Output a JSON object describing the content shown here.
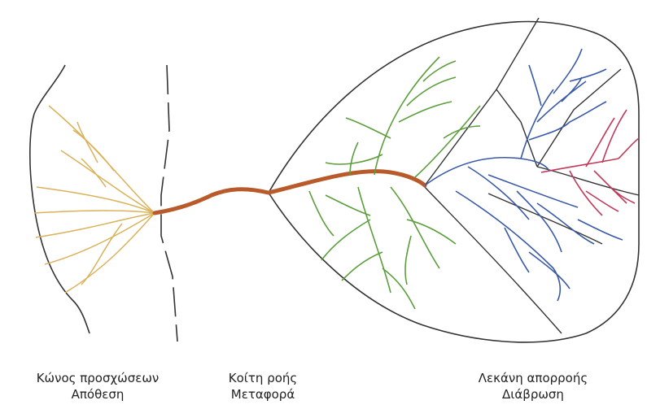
{
  "captions": {
    "fan": {
      "title": "Κώνος προσχώσεων",
      "process": "Απόθεση"
    },
    "channel": {
      "title": "Κοίτη ροής",
      "process": "Μεταφορά"
    },
    "basin": {
      "title": "Λεκάνη απορροής",
      "process": "Διάβρωση"
    }
  },
  "colors": {
    "outline": "#333333",
    "fan_streams": "#d9b25a",
    "main_channel": "#b85a2a",
    "sub_basin_1": "#5c9e3c",
    "sub_basin_2": "#3a5aa8",
    "sub_basin_3": "#c23a5a"
  }
}
